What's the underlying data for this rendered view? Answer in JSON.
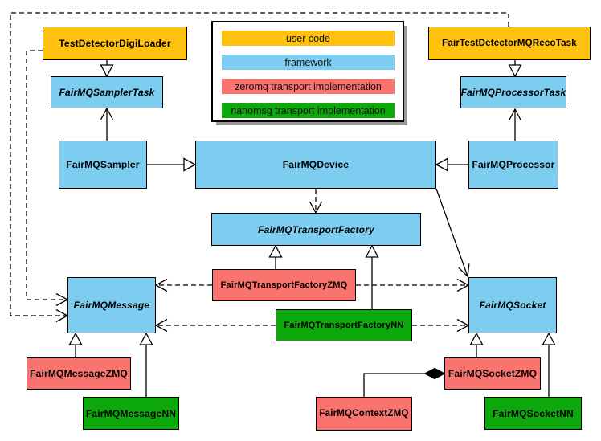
{
  "palette": {
    "user_code": "#FFC20E",
    "framework": "#7DCDF0",
    "zeromq": "#F9746E",
    "nanomsg": "#0CA80C",
    "box_border": "#000000",
    "connector": "#000000",
    "background": "#FFFFFF",
    "legend_shadow": "#999999"
  },
  "legend": {
    "items": [
      {
        "label": "user code",
        "type": "user_code"
      },
      {
        "label": "framework",
        "type": "framework"
      },
      {
        "label": "zeromq transport implementation",
        "type": "zeromq"
      },
      {
        "label": "nanomsg transport implementation",
        "type": "nanomsg"
      }
    ]
  },
  "nodes": {
    "testDetectorDigiLoader": {
      "label": "TestDetectorDigiLoader",
      "type": "user_code",
      "abstract": false
    },
    "fairTestDetectorMQRecoTask": {
      "label": "FairTestDetectorMQRecoTask",
      "type": "user_code",
      "abstract": false
    },
    "fairMQSamplerTask": {
      "label": "FairMQSamplerTask",
      "type": "framework",
      "abstract": true
    },
    "fairMQProcessorTask": {
      "label": "FairMQProcessorTask",
      "type": "framework",
      "abstract": true
    },
    "fairMQSampler": {
      "label": "FairMQSampler",
      "type": "framework",
      "abstract": false
    },
    "fairMQDevice": {
      "label": "FairMQDevice",
      "type": "framework",
      "abstract": false
    },
    "fairMQProcessor": {
      "label": "FairMQProcessor",
      "type": "framework",
      "abstract": false
    },
    "fairMQTransportFactory": {
      "label": "FairMQTransportFactory",
      "type": "framework",
      "abstract": true
    },
    "fairMQTransportFactoryZMQ": {
      "label": "FairMQTransportFactoryZMQ",
      "type": "zeromq",
      "abstract": false
    },
    "fairMQTransportFactoryNN": {
      "label": "FairMQTransportFactoryNN",
      "type": "nanomsg",
      "abstract": false
    },
    "fairMQMessage": {
      "label": "FairMQMessage",
      "type": "framework",
      "abstract": true
    },
    "fairMQSocket": {
      "label": "FairMQSocket",
      "type": "framework",
      "abstract": true
    },
    "fairMQMessageZMQ": {
      "label": "FairMQMessageZMQ",
      "type": "zeromq",
      "abstract": false
    },
    "fairMQMessageNN": {
      "label": "FairMQMessageNN",
      "type": "nanomsg",
      "abstract": false
    },
    "fairMQSocketZMQ": {
      "label": "FairMQSocketZMQ",
      "type": "zeromq",
      "abstract": false
    },
    "fairMQSocketNN": {
      "label": "FairMQSocketNN",
      "type": "nanomsg",
      "abstract": false
    },
    "fairMQContextZMQ": {
      "label": "FairMQContextZMQ",
      "type": "zeromq",
      "abstract": false
    }
  }
}
